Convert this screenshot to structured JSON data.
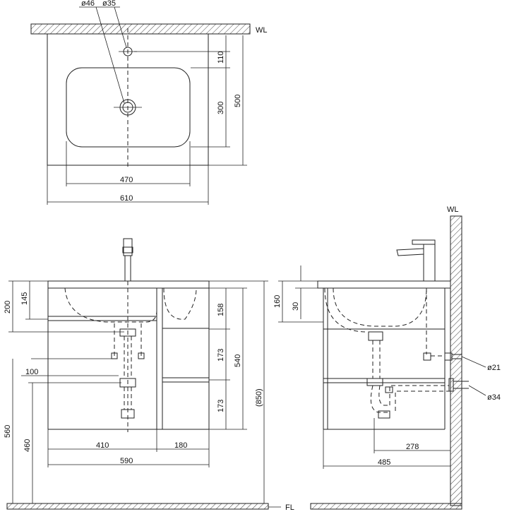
{
  "labels": {
    "wl_top": "WL",
    "wl_side": "WL",
    "fl": "FL",
    "phi46": "ø46",
    "phi35": "ø35",
    "phi21": "ø21",
    "phi34": "ø34"
  },
  "top_view": {
    "d110": "110",
    "d300": "300",
    "d500": "500",
    "d470": "470",
    "d610": "610"
  },
  "front_view": {
    "d200": "200",
    "d145": "145",
    "d100": "100",
    "d560": "560",
    "d460": "460",
    "d158": "158",
    "d173a": "173",
    "d173b": "173",
    "d540": "540",
    "d850": "(850)",
    "d410": "410",
    "d180": "180",
    "d590": "590"
  },
  "side_view": {
    "d160": "160",
    "d30": "30",
    "d278": "278",
    "d485": "485"
  }
}
